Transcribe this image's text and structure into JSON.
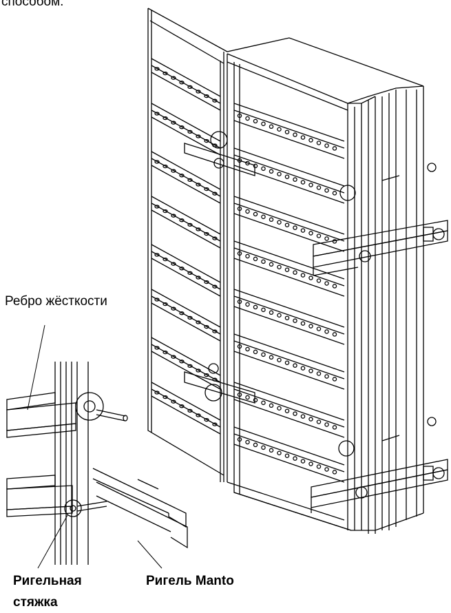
{
  "labels": {
    "top_text": "способом.",
    "stiffener": "Ребро жёсткости",
    "waler_tie_line1": "Ригельная",
    "waler_tie_line2": "стяжка",
    "manto_waler": "Ригель Manto"
  }
}
